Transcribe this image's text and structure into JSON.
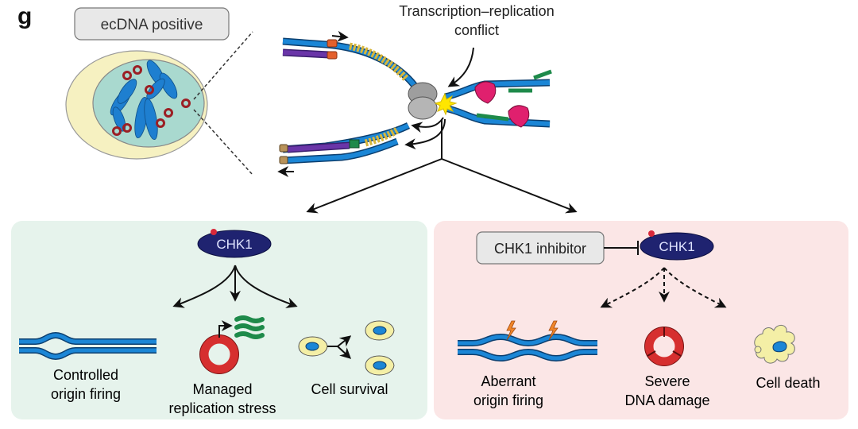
{
  "panel_label": "g",
  "top": {
    "ecdna_label": "ecDNA positive",
    "conflict_label_line1": "Transcription–replication",
    "conflict_label_line2": "conflict"
  },
  "left_panel": {
    "node": "CHK1",
    "outcomes": [
      {
        "line1": "Controlled",
        "line2": "origin firing"
      },
      {
        "line1": "Managed",
        "line2": "replication stress"
      },
      {
        "line1": "Cell survival",
        "line2": ""
      }
    ]
  },
  "right_panel": {
    "inhibitor_label": "CHK1 inhibitor",
    "node": "CHK1",
    "outcomes": [
      {
        "line1": "Aberrant",
        "line2": "origin firing"
      },
      {
        "line1": "Severe",
        "line2": "DNA damage"
      },
      {
        "line1": "Cell death",
        "line2": ""
      }
    ]
  },
  "colors": {
    "left_bg": "#e6f3ec",
    "right_bg": "#fbe6e6",
    "chk1": "#1f2370",
    "dna_blue": "#1b86d6",
    "ecdna_red": "#d62f2f",
    "cell_yellow": "#f4efa6",
    "nucleus_teal": "#aad9cf"
  }
}
